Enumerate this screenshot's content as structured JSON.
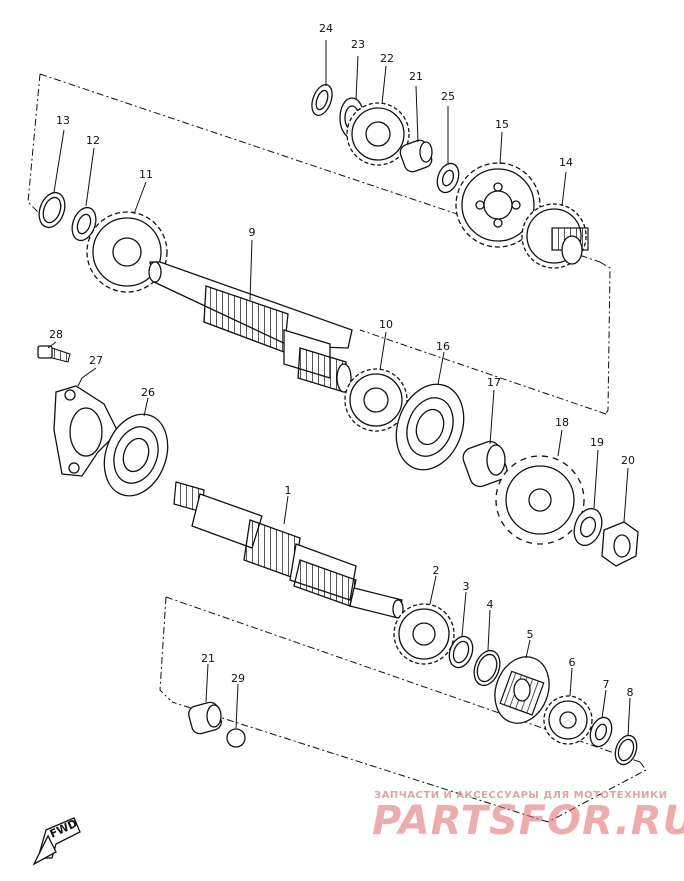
{
  "watermark": {
    "top_text": "ЗАПЧАСТИ И АКСЕССУАРЫ ДЛЯ МОТОТЕХНИКИ",
    "main_text": "PARTSFOR.RU"
  },
  "fwd_label": "FWD",
  "callouts": [
    {
      "id": "1",
      "label": "1"
    },
    {
      "id": "2",
      "label": "2"
    },
    {
      "id": "3",
      "label": "3"
    },
    {
      "id": "4",
      "label": "4"
    },
    {
      "id": "5",
      "label": "5"
    },
    {
      "id": "6",
      "label": "6"
    },
    {
      "id": "7",
      "label": "7"
    },
    {
      "id": "8",
      "label": "8"
    },
    {
      "id": "9",
      "label": "9"
    },
    {
      "id": "10",
      "label": "10"
    },
    {
      "id": "11",
      "label": "11"
    },
    {
      "id": "12",
      "label": "12"
    },
    {
      "id": "13",
      "label": "13"
    },
    {
      "id": "14",
      "label": "14"
    },
    {
      "id": "15",
      "label": "15"
    },
    {
      "id": "16",
      "label": "16"
    },
    {
      "id": "17",
      "label": "17"
    },
    {
      "id": "18",
      "label": "18"
    },
    {
      "id": "19",
      "label": "19"
    },
    {
      "id": "20",
      "label": "20"
    },
    {
      "id": "21a",
      "label": "21"
    },
    {
      "id": "21b",
      "label": "21"
    },
    {
      "id": "22",
      "label": "22"
    },
    {
      "id": "23",
      "label": "23"
    },
    {
      "id": "24",
      "label": "24"
    },
    {
      "id": "25",
      "label": "25"
    },
    {
      "id": "26",
      "label": "26"
    },
    {
      "id": "27",
      "label": "27"
    },
    {
      "id": "28",
      "label": "28"
    },
    {
      "id": "29",
      "label": "29"
    }
  ]
}
